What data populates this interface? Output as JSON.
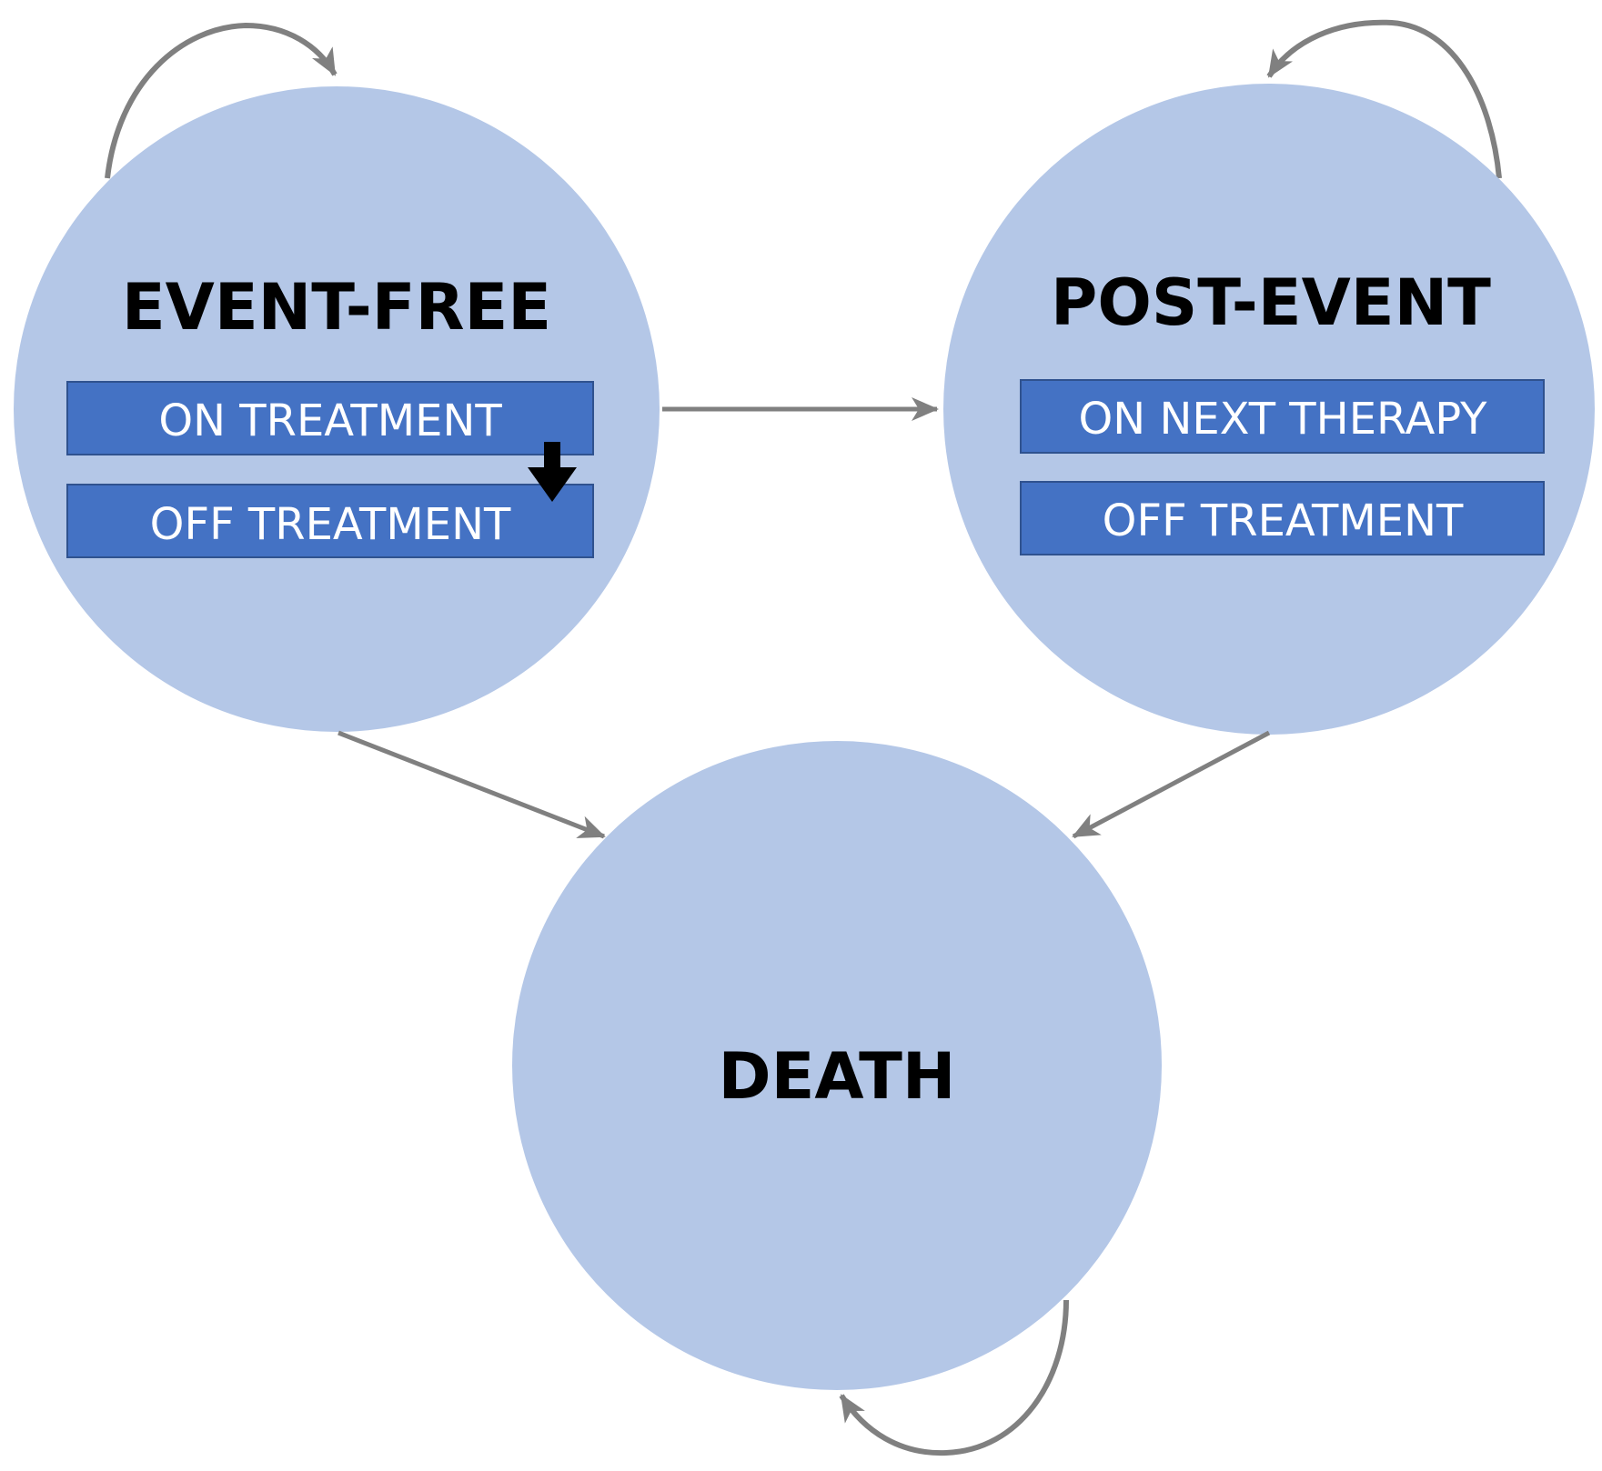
{
  "colors": {
    "state_fill": "#b4c7e7",
    "substate_fill": "#4472c4",
    "substate_border": "#2f528f",
    "arrow": "#808080",
    "title_text": "#000000",
    "substate_text": "#ffffff"
  },
  "states": {
    "event_free": {
      "title": "EVENT-FREE",
      "substates": [
        "ON TREATMENT",
        "OFF TREATMENT"
      ]
    },
    "post_event": {
      "title": "POST-EVENT",
      "substates": [
        "ON NEXT THERAPY",
        "OFF TREATMENT"
      ]
    },
    "death": {
      "title": "DEATH"
    }
  },
  "icons": {
    "substate_transition": "down-arrow-icon"
  }
}
